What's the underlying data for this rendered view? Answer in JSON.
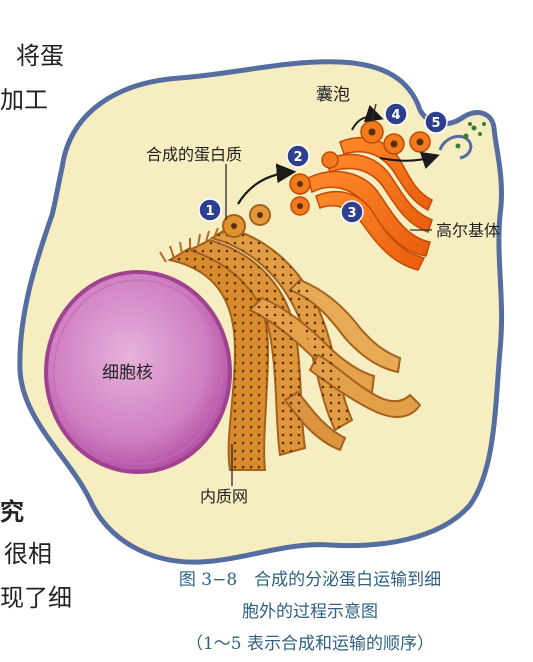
{
  "left_edge_text": [
    "将蛋",
    "加工",
    "究",
    "很相",
    "现了细"
  ],
  "labels": {
    "vesicle": "囊泡",
    "synthesized_protein": "合成的蛋白质",
    "golgi": "高尔基体",
    "nucleus": "细胞核",
    "er": "内质网"
  },
  "steps": [
    "1",
    "2",
    "3",
    "4",
    "5"
  ],
  "caption": {
    "line1": "图 3−8　合成的分泌蛋白运输到细",
    "line2": "胞外的过程示意图",
    "line3": "（1～5 表示合成和运输的顺序）"
  },
  "colors": {
    "cytoplasm": "#f6eec0",
    "membrane": "#556da0",
    "nucleus": "#b84ea8",
    "er": "#d98b2c",
    "golgi": "#f06a12",
    "step_badge": "#2d3f8e"
  }
}
